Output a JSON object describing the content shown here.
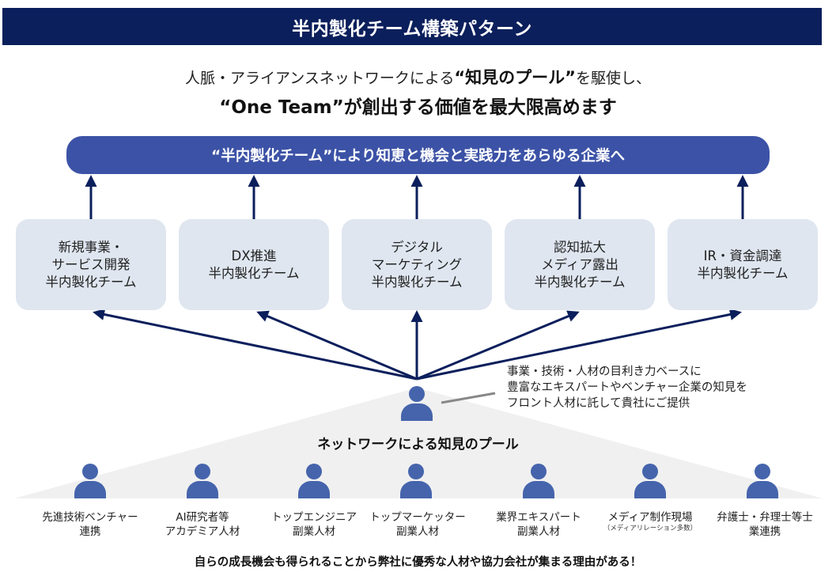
{
  "header": {
    "title": "半内製化チーム構築パターン"
  },
  "subtitle": {
    "line1_prefix": "人脈・アライアンスネットワークによる",
    "line1_emphasis": "“知見のプール”",
    "line1_suffix": "を駆使し、",
    "line2": "“One Team”が創出する価値を最大限高めます"
  },
  "banner": {
    "text": "“半内製化チーム”により知恵と機会と実践力をあらゆる企業へ"
  },
  "teams": [
    {
      "lines": [
        "新規事業・",
        "サービス開発",
        "半内製化チーム"
      ]
    },
    {
      "lines": [
        "DX推進",
        "半内製化チーム"
      ]
    },
    {
      "lines": [
        "デジタル",
        "マーケティング",
        "半内製化チーム"
      ]
    },
    {
      "lines": [
        "認知拡大",
        "メディア露出",
        "半内製化チーム"
      ]
    },
    {
      "lines": [
        "IR・資金調達",
        "半内製化チーム"
      ]
    }
  ],
  "front_person": {
    "description": [
      "事業・技術・人材の目利き力ベースに",
      "豊富なエキスパートやベンチャー企業の知見を",
      "フロント人材に託して貴社にご提供"
    ]
  },
  "pool": {
    "title": "ネットワークによる知見のプール",
    "members": [
      {
        "line1": "先進技術ベンチャー",
        "line2": "連携"
      },
      {
        "line1": "AI研究者等",
        "line2": "アカデミア人材"
      },
      {
        "line1": "トップエンジニア",
        "line2": "副業人材"
      },
      {
        "line1": "トップマーケッター",
        "line2": "副業人材"
      },
      {
        "line1": "業界エキスパート",
        "line2": "副業人材"
      },
      {
        "line1": "メディア制作現場",
        "note": "（メディアリレーション多数）"
      },
      {
        "line1": "弁護士・弁理士等士",
        "line2": "業連携"
      }
    ]
  },
  "footer": {
    "text": "自らの成長機会も得られることから弊社に優秀な人材や協力会社が集まる理由がある！"
  },
  "colors": {
    "header_bg": "#0b1f5c",
    "banner_bg": "#3c52a6",
    "box_bg": "#dfe6f0",
    "arrow": "#0b1f5c",
    "person": "#4564ac",
    "pool_bg": "#f0f0f0"
  }
}
